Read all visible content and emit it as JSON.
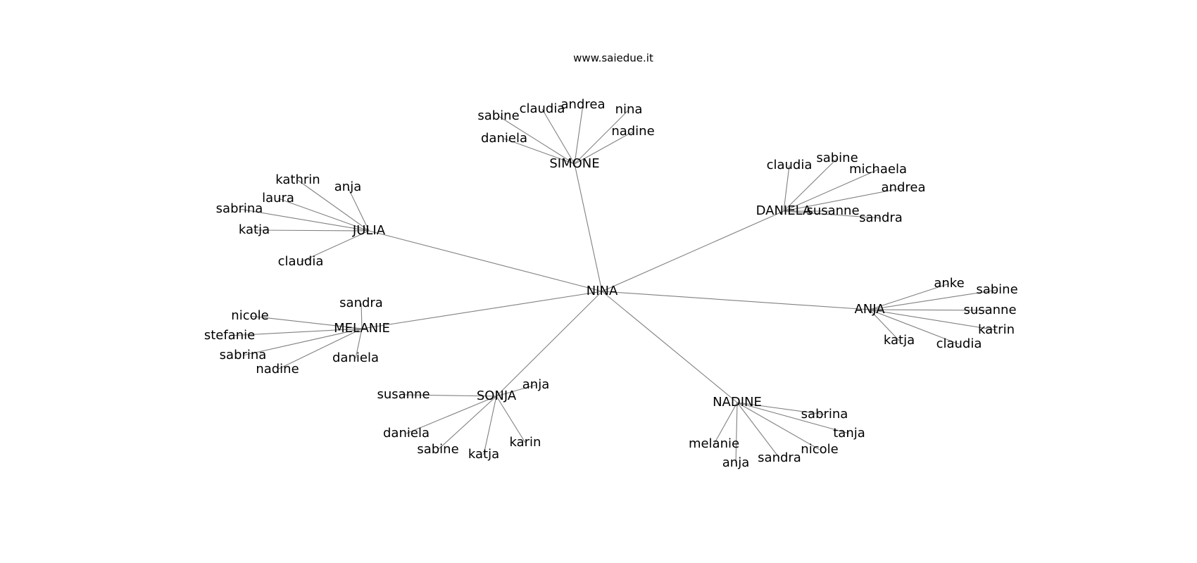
{
  "site_label": "www.saiedue.it",
  "graph": {
    "center": "NINA",
    "hubs": [
      {
        "name": "SIMONE",
        "leaves": [
          "sabine",
          "claudia",
          "andrea",
          "nina",
          "daniela",
          "nadine"
        ]
      },
      {
        "name": "JULIA",
        "leaves": [
          "kathrin",
          "anja",
          "laura",
          "sabrina",
          "katja",
          "claudia"
        ]
      },
      {
        "name": "DANIELA",
        "leaves": [
          "claudia",
          "sabine",
          "michaela",
          "andrea",
          "susanne",
          "sandra"
        ]
      },
      {
        "name": "MELANIE",
        "leaves": [
          "sandra",
          "nicole",
          "stefanie",
          "sabrina",
          "nadine",
          "daniela"
        ]
      },
      {
        "name": "ANJA",
        "leaves": [
          "anke",
          "sabine",
          "susanne",
          "katrin",
          "katja",
          "claudia"
        ]
      },
      {
        "name": "SONJA",
        "leaves": [
          "susanne",
          "anja",
          "daniela",
          "sabine",
          "katja",
          "karin"
        ]
      },
      {
        "name": "NADINE",
        "leaves": [
          "sabrina",
          "tanja",
          "melanie",
          "nicole",
          "sandra",
          "anja"
        ]
      }
    ]
  }
}
